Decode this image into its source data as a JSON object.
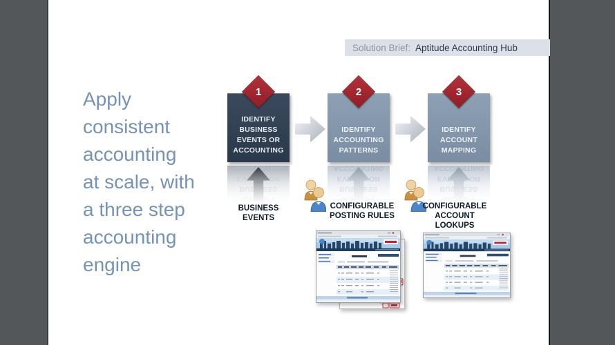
{
  "slide": {
    "header": {
      "label": "Solution Brief:",
      "value": "Aptitude Accounting Hub"
    },
    "headline": {
      "lines": [
        "Apply",
        "consistent",
        "accounting",
        "at scale, with",
        "a three step",
        "accounting",
        "engine"
      ]
    },
    "steps": [
      {
        "number": "1",
        "box_lines": [
          "IDENTIFY",
          "BUSINESS",
          "EVENTS OR",
          "ACCOUNTING"
        ],
        "caption_lines": [
          "BUSINESS",
          "EVENTS"
        ]
      },
      {
        "number": "2",
        "box_lines": [
          "IDENTIFY",
          "ACCOUNTING",
          "PATTERNS"
        ],
        "caption_lines": [
          "CONFIGURABLE",
          "POSTING RULES"
        ]
      },
      {
        "number": "3",
        "box_lines": [
          "IDENTIFY",
          "ACCOUNT",
          "MAPPING"
        ],
        "caption_lines": [
          "CONFIGURABLE",
          "ACCOUNT LOOKUPS"
        ]
      }
    ],
    "reflection_lines": [
      "IDENTIFY",
      "BUSINESS",
      "EVENTS OR",
      "ACCOUNTING"
    ],
    "icons": {
      "step2": "people-icon",
      "step3": "people-icon",
      "thumb_front_left": "app-screenshot-thumbnail",
      "thumb_back_left": "mapping-diagram-thumbnail",
      "thumb_right": "app-screenshot-thumbnail"
    },
    "colors": {
      "viewer_background": "#54575a",
      "header_bar": "#dce0e9",
      "headline_text": "#7493b6",
      "step1_box": "#2e3e50",
      "step23_box": "#8496ab",
      "diamond": "#a3242d",
      "caption_text": "#0d1a2b"
    }
  }
}
